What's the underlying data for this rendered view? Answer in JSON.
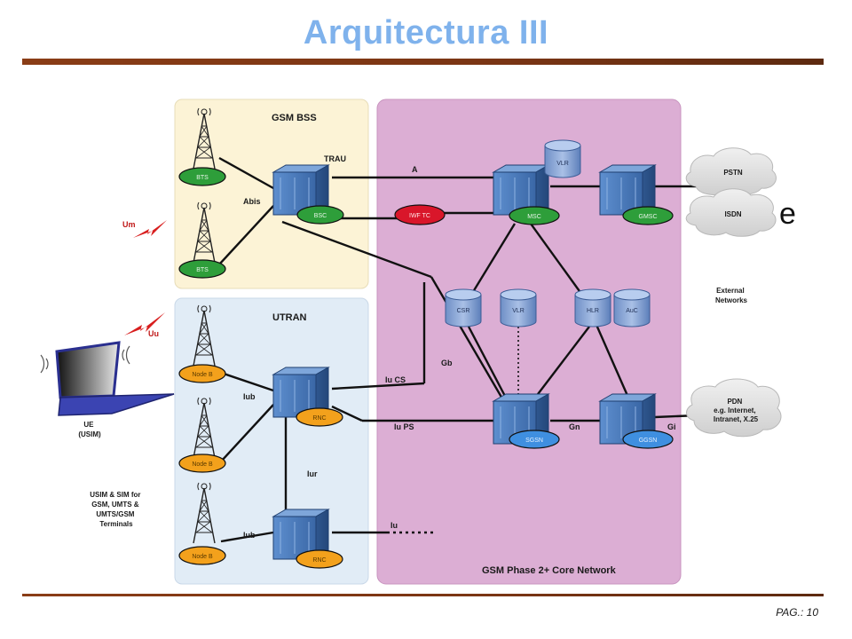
{
  "slide": {
    "title": "Arquitectura III",
    "page_number": "PAG.: 10",
    "stray_char": "e"
  },
  "diagram": {
    "regions": {
      "gsm_bss": "GSM BSS",
      "utran": "UTRAN",
      "core": "GSM Phase 2+ Core Network"
    },
    "external_networks_label": "External\nNetworks",
    "clouds": {
      "pstn": "PSTN",
      "isdn": "ISDN",
      "pdn": "PDN\ne.g. Internet,\nIntranet, X.25"
    },
    "interfaces": {
      "trau": "TRAU",
      "a": "A",
      "abis": "Abis",
      "gb": "Gb",
      "iu_cs": "Iu CS",
      "iu_ps": "Iu PS",
      "iub_1": "Iub",
      "iub_2": "Iub",
      "iur": "Iur",
      "iu": "Iu",
      "gn": "Gn",
      "gi": "Gi",
      "um": "Um",
      "uu": "Uu"
    },
    "ue": {
      "label": "UE\n(USIM)",
      "sim_note": "USIM & SIM for\nGSM, UMTS &\nUMTS/GSM\nTerminals"
    },
    "nodes": {
      "bts_1": "BTS",
      "bts_2": "BTS",
      "bsc": "BSC",
      "nodeb_1": "Node B",
      "nodeb_2": "Node B",
      "nodeb_3": "Node B",
      "rnc_1": "RNC",
      "rnc_2": "RNC",
      "iwf_tc": "IWF TC",
      "msc": "MSC",
      "gmsc": "GMSC",
      "vlr_top": "VLR",
      "csr": "CSR",
      "vlr": "VLR",
      "hlr": "HLR",
      "auc": "AuC",
      "sgsn": "SGSN",
      "ggsn": "GGSN"
    },
    "colors": {
      "bss_bg": "#fcf3d6",
      "utran_bg": "#e1ecf6",
      "core_bg": "#dcaed4",
      "bts_green": "#2e9e3a",
      "nodeb_orange": "#f3a11c",
      "sgsn_blue": "#3f8fe0",
      "iwf_red": "#d9162a",
      "server_blue": "#4a79b8"
    }
  }
}
